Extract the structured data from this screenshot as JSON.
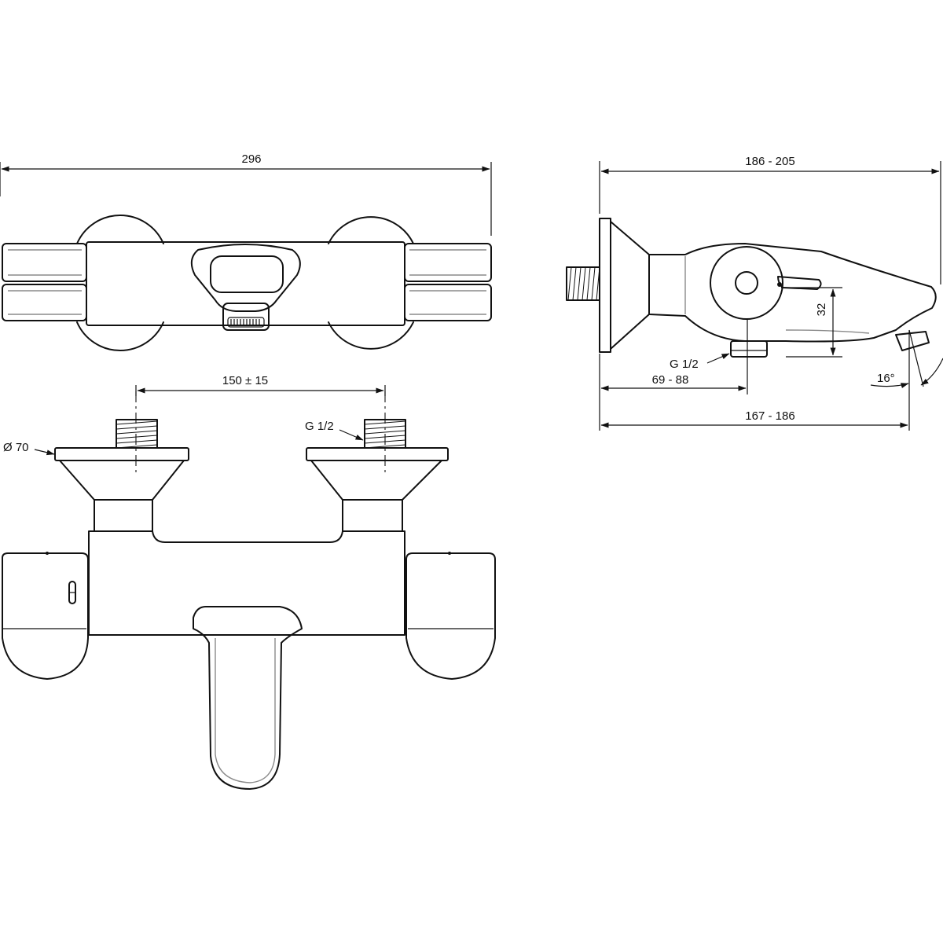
{
  "dimensions": {
    "top_width": "296",
    "side_width": "186 - 205",
    "inlet_spacing": "150 ± 15",
    "flange_diameter": "Ø 70",
    "inlet_thread": "G 1/2",
    "outlet_thread": "G 1/2",
    "height_32": "32",
    "angle": "16°",
    "depth_outlet": "69 - 88",
    "spout_reach": "167 - 186"
  }
}
